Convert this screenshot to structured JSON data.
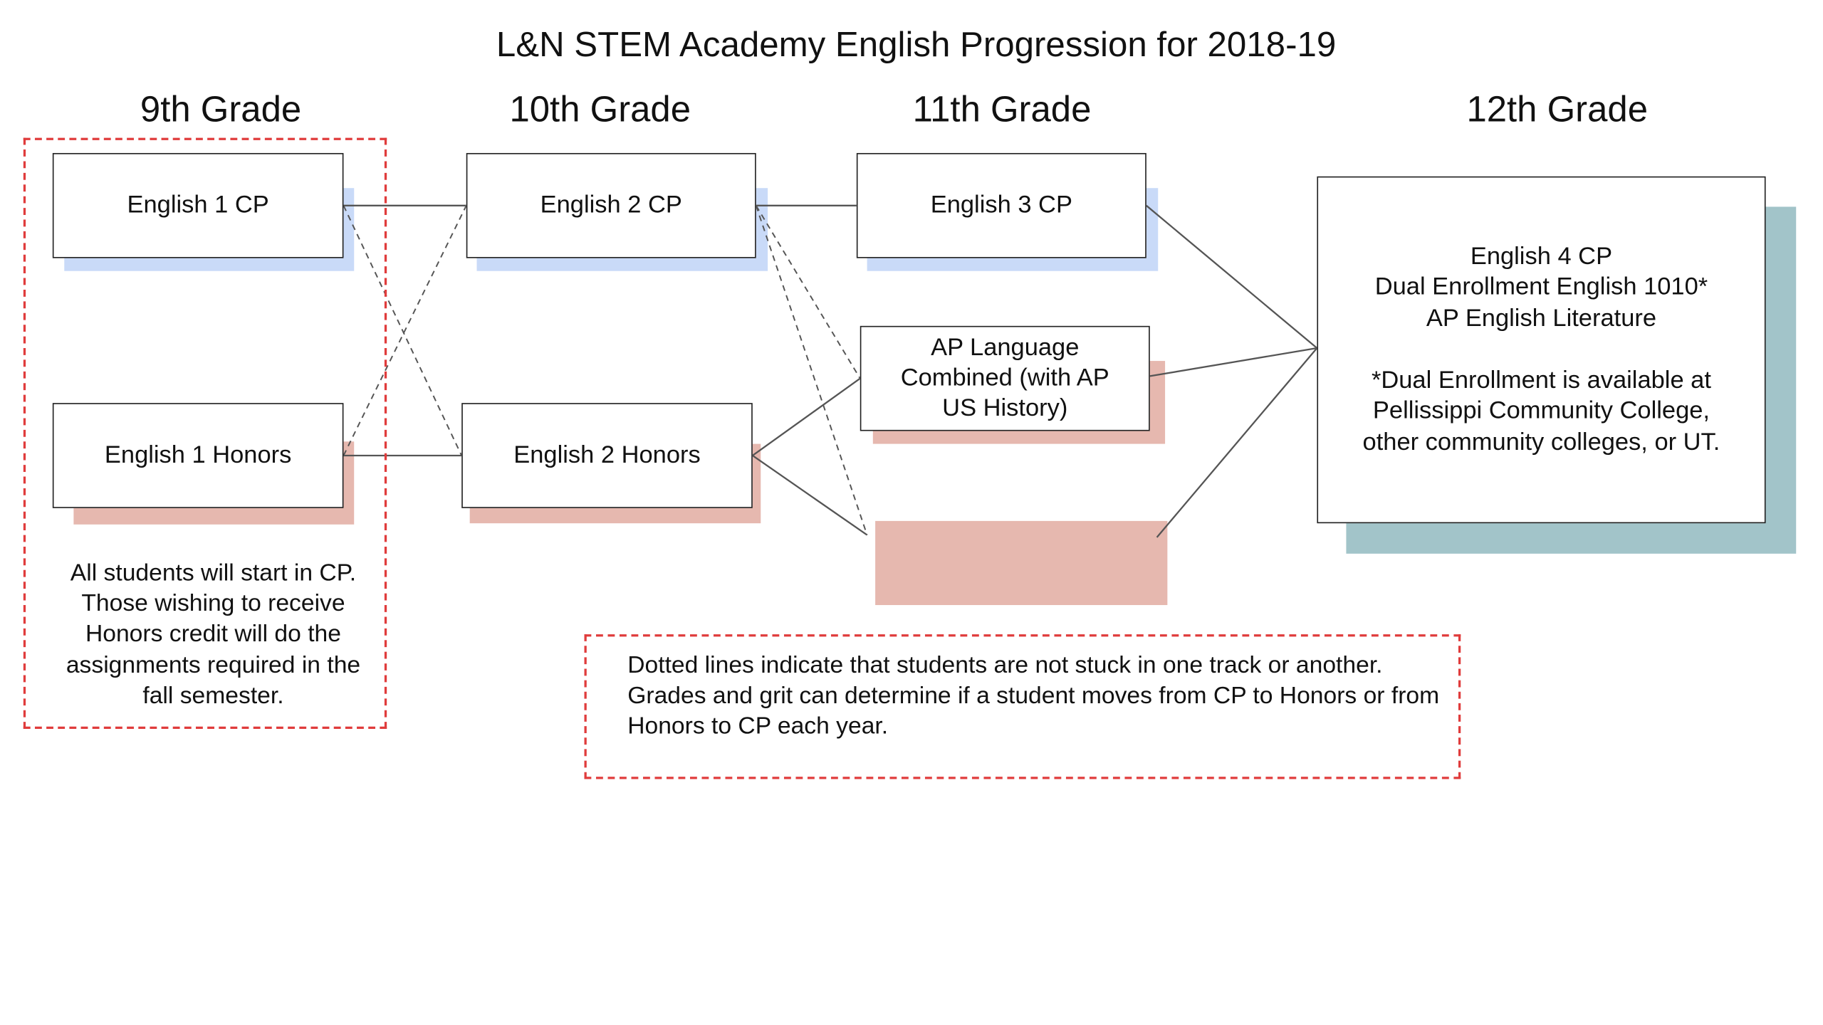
{
  "title": "L&N STEM Academy English Progression for 2018-19",
  "grades": [
    "9th Grade",
    "10th Grade",
    "11th Grade",
    "12th Grade"
  ],
  "courses": {
    "english1_cp": "English 1 CP",
    "english1_honors": "English 1 Honors",
    "english2_cp": "English 2 CP",
    "english2_honors": "English 2 Honors",
    "english3_cp": "English 3 CP",
    "ap_language": "AP Language\nCombined (with AP\nUS History)",
    "grade12_options": "English 4 CP\nDual Enrollment English 1010*\nAP English Literature\n\n*Dual Enrollment is available at\nPellissippi Community College,\nother community colleges, or UT."
  },
  "notes": {
    "ninth_grade_note": "All students will start in CP. Those wishing to receive Honors credit will do the assignments required in the fall semester.",
    "dotted_lines_note": "Dotted lines indicate that students are not stuck in one track or another. Grades and grit can determine if a student moves from CP to Honors or from Honors to CP each year."
  },
  "colors": {
    "cp_shadow": "#c9daf8",
    "honors_shadow": "#e6b8af",
    "grade12_shadow": "#a2c4c9",
    "dashed_frame": "#e03c3c"
  }
}
